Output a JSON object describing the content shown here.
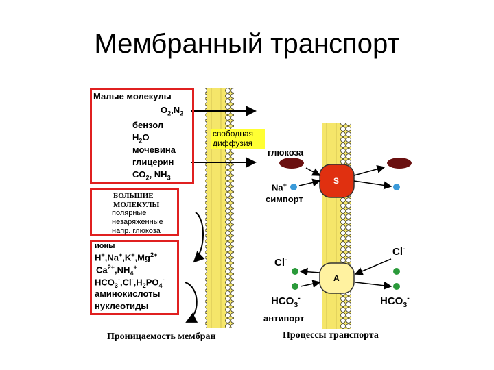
{
  "title": "Мембранный транспорт",
  "left_panel": {
    "small_heading": "Малые молекулы",
    "small_items": [
      "O2,N2",
      "бензол",
      "H2O",
      "мочевина",
      "глицерин",
      "CO2, NH3"
    ],
    "free_diffusion": "свободная диффузия",
    "large_heading_1": "БОЛЬШИЕ",
    "large_heading_2": "МОЛЕКУЛЫ",
    "large_items": [
      "полярные",
      "незаряженные",
      "напр. глюкоза"
    ],
    "ions_heading": "ионы",
    "ions_items": [
      "H+,Na+,K+,Mg2+",
      "Ca2+,NH4+",
      "HCO3-,Cl-,H2PO4-",
      "аминокислоты",
      "нуклеотиды"
    ],
    "caption": "Проницаемость мембран"
  },
  "right_panel": {
    "glucose": "глюкоза",
    "na": "Na+",
    "symport": "симпорт",
    "carrier_s": "S",
    "carrier_a": "A",
    "cl_left": "Cl-",
    "cl_right": "Cl-",
    "hco3_left": "HCO3-",
    "hco3_right": "HCO3-",
    "antiport": "антипорт",
    "caption": "Процессы транспорта"
  },
  "colors": {
    "membrane_yellow": "#f5e66a",
    "bead": "#ffffff",
    "box_red": "#e02020",
    "carrier_red": "#e03010",
    "carrier_yellow": "#fff2a0",
    "glucose_dark": "#6a1010",
    "na_blue": "#3a9ad9",
    "ion_green": "#2a9a3a"
  }
}
